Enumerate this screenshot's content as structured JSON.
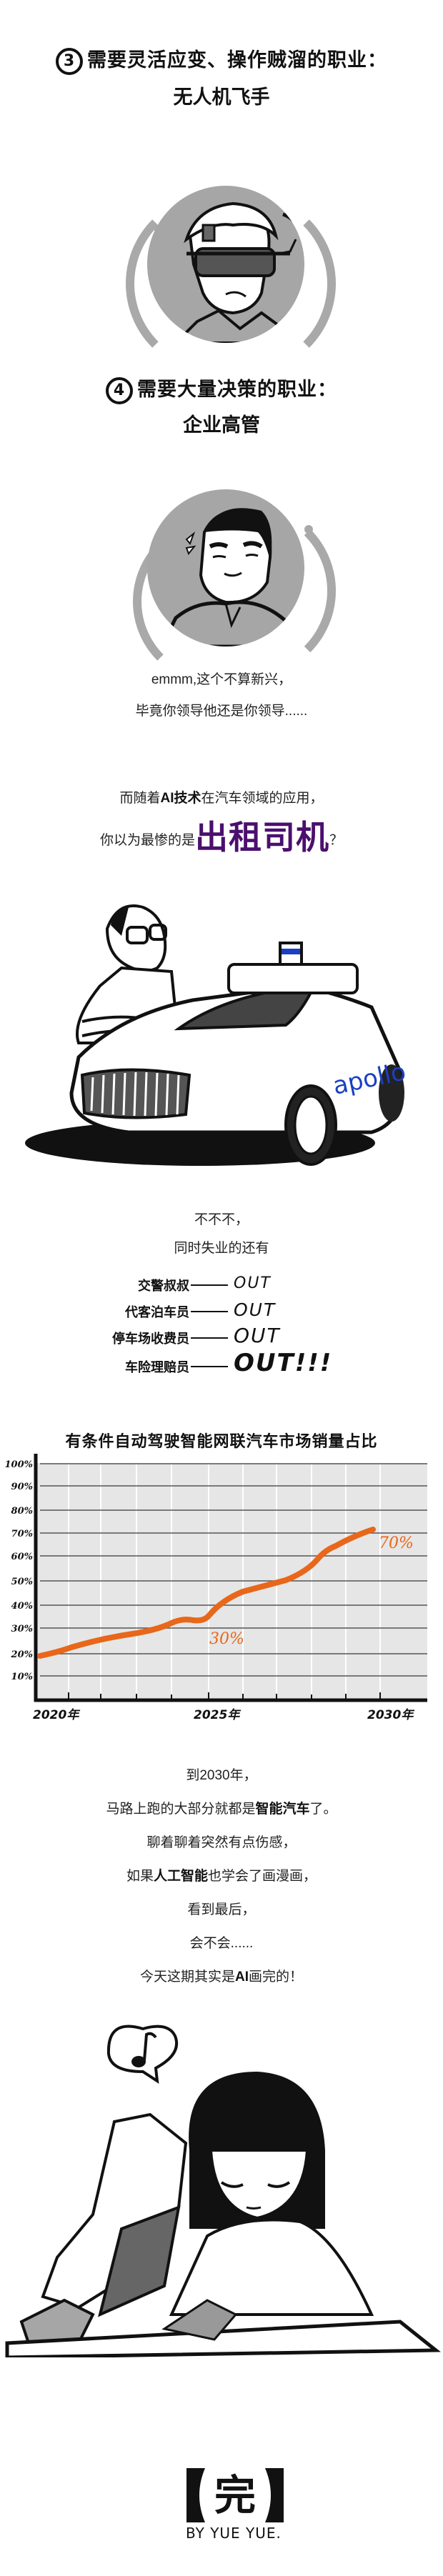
{
  "section3": {
    "number": "3",
    "heading": "需要灵活应变、操作贼溜的职业：",
    "job": "无人机飞手",
    "portrait_icon": "drone-pilot-fpv-goggles-portrait"
  },
  "section4": {
    "number": "4",
    "heading": "需要大量决策的职业：",
    "job": "企业高管",
    "portrait_icon": "executive-portrait"
  },
  "comment1": {
    "line1": "emmm,这个不算新兴，",
    "line2": "毕竟你领导他还是你领导......"
  },
  "intro_taxi": {
    "line1_pre": "而随着",
    "line1_bold": "AI技术",
    "line1_post": "在汽车领域的应用，",
    "line2_pre": "你以为最惨的是",
    "line2_highlight": "出租司机",
    "line2_post": "？",
    "highlight_color": "#4b0f6e"
  },
  "car_illustration": {
    "icon": "apollo-self-driving-car-with-man",
    "car_brand_text": "apollo",
    "brand_color": "#1a3fc4"
  },
  "jobs_out": {
    "line1": "不不不，",
    "line2": "同时失业的还有",
    "items": [
      {
        "label": "交警叔叔",
        "out": "OUT"
      },
      {
        "label": "代客泊车员",
        "out": "OUT"
      },
      {
        "label": "停车场收费员",
        "out": "OUT"
      },
      {
        "label": "车险理赔员",
        "out": "OUT!!!"
      }
    ]
  },
  "chart_data": {
    "type": "line",
    "title": "有条件自动驾驶智能网联汽车市场销量占比",
    "xlabel": "",
    "ylabel": "",
    "x": [
      2020,
      2021,
      2022,
      2023,
      2024,
      2025,
      2026,
      2027,
      2028,
      2029,
      2030
    ],
    "x_tick_labels": [
      "2020年",
      "2025年",
      "2030年"
    ],
    "y_tick_labels": [
      "100%",
      "90%",
      "80%",
      "70%",
      "60%",
      "50%",
      "40%",
      "30%",
      "20%",
      "10%"
    ],
    "ylim": [
      0,
      100
    ],
    "series": [
      {
        "name": "市场销量占比",
        "color": "#e8671a",
        "values": [
          19,
          22,
          25,
          27,
          30,
          31,
          40,
          45,
          48,
          60,
          70
        ]
      }
    ],
    "annotations": [
      {
        "x": 2025,
        "y": 30,
        "text": "30%"
      },
      {
        "x": 2030,
        "y": 70,
        "text": "70%"
      }
    ],
    "grid": true,
    "background": "#e6e6e6"
  },
  "outro": {
    "line1": "到2030年，",
    "line2_pre": "马路上跑的大部分就都是",
    "line2_bold": "智能汽车",
    "line2_post": "了。",
    "line3": "聊着聊着突然有点伤感，",
    "line4_pre": "如果",
    "line4_bold": "人工智能",
    "line4_post": "也学会了画漫画，",
    "line5": "看到最后，",
    "line6": "会不会......",
    "line7_pre": "今天这期其实是",
    "line7_bold": "AI",
    "line7_post": "画完的！"
  },
  "final_illustration": {
    "icon": "girl-drawing-with-robot-arm",
    "bubble_icon": "music-note"
  },
  "ending": {
    "bracket_left": "【",
    "char": "完",
    "bracket_right": "】",
    "byline": "BY YUE YUE."
  }
}
